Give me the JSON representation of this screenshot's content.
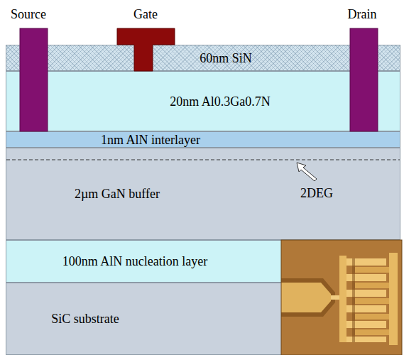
{
  "diagram": {
    "nodes": [
      {
        "text": [
          "60nm SiN"
        ]
      },
      {
        "text": [
          "20nm Al0.3Ga0.7N"
        ]
      },
      {
        "text": [
          "1nm AlN interlayer"
        ]
      },
      {
        "text": [
          "2µm GaN buffer"
        ]
      },
      {
        "text": [
          "100nm AlN nucleation layer"
        ]
      },
      {
        "text": [
          "SiC substrate"
        ]
      }
    ],
    "labels": [
      "Source",
      "Gate",
      "Drain",
      "2DEG"
    ]
  }
}
